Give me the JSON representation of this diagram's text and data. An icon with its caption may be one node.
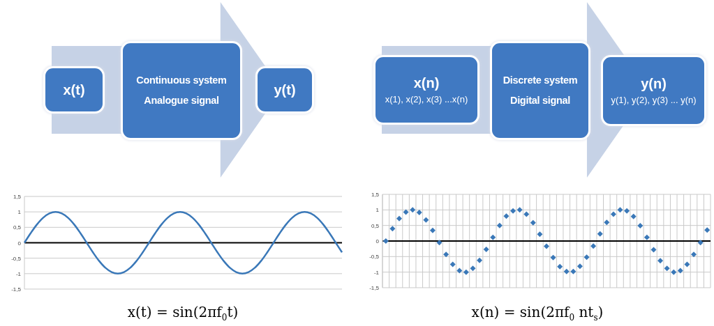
{
  "diagram": {
    "nodes": [
      {
        "text": [
          "x(t)"
        ]
      },
      {
        "text": [
          "Continuous system",
          "Analogue signal"
        ]
      },
      {
        "text": [
          "y(t)"
        ]
      },
      {
        "text": [
          "x(n)",
          "x(1), x(2), x(3) ...x(n)"
        ]
      },
      {
        "text": [
          "Discrete system",
          "Digital signal"
        ]
      },
      {
        "text": [
          "y(n)",
          "y(1), y(2), y(3) ... y(n)"
        ]
      }
    ],
    "edges": [
      {
        "from": 0,
        "to": 2,
        "arrow": "to",
        "style": "thick"
      },
      {
        "from": 3,
        "to": 5,
        "arrow": "to",
        "style": "thick"
      }
    ],
    "labels": [
      "x(t) = sin(2πf$_{0}$t)",
      "x(n) = sin(2πf$_{0}$ nt$_{s}$)"
    ],
    "chart_data": [
      {
        "type": "line",
        "grid": true,
        "ylim": [
          -1.5,
          1.5
        ],
        "yticks": [
          {
            "value": 1.5,
            "label": "1,5"
          },
          1,
          {
            "value": 0.5,
            "label": "0,5"
          },
          0,
          {
            "value": -0.5,
            "label": "-0,5"
          },
          -1,
          {
            "value": -1.5,
            "label": "-1,5"
          }
        ],
        "series": [
          {
            "color": "#3a78b8",
            "values": [
              0,
              0.31,
              0.59,
              0.81,
              0.95,
              1,
              0.95,
              0.81,
              0.59,
              0.31,
              0,
              -0.31,
              -0.59,
              -0.81,
              -0.95,
              -1,
              -0.95,
              -0.81,
              -0.59,
              -0.31,
              0,
              0.31,
              0.59,
              0.81,
              0.95,
              1,
              0.95,
              0.81,
              0.59,
              0.31,
              0,
              -0.31,
              -0.59,
              -0.81,
              -0.95,
              -1,
              -0.95,
              -0.81,
              -0.59,
              -0.31,
              0,
              0.31,
              0.59,
              0.81,
              0.95,
              1,
              0.95,
              0.81,
              0.59,
              0.31,
              0,
              -0.31
            ]
          }
        ]
      },
      {
        "type": "scatter",
        "grid": true,
        "ylim": [
          -1.5,
          1.5
        ],
        "yticks": [
          {
            "value": 1.5,
            "label": "1,5"
          },
          1,
          {
            "value": 0.5,
            "label": "0,5"
          },
          0,
          {
            "value": -0.5,
            "label": "-0,5"
          },
          -1,
          {
            "value": -1.5,
            "label": "-1,5"
          }
        ],
        "series": [
          {
            "color": "#3a78b8",
            "values": [
              0,
              0.4,
              0.72,
              0.93,
              1,
              0.92,
              0.68,
              0.34,
              -0.05,
              -0.43,
              -0.75,
              -0.95,
              -1,
              -0.88,
              -0.62,
              -0.27,
              0.12,
              0.5,
              0.8,
              0.97,
              1,
              0.86,
              0.59,
              0.22,
              -0.17,
              -0.53,
              -0.82,
              -0.98,
              -0.98,
              -0.81,
              -0.52,
              -0.16,
              0.23,
              0.6,
              0.86,
              1,
              0.97,
              0.79,
              0.49,
              0.12,
              -0.28,
              -0.63,
              -0.88,
              -1,
              -0.95,
              -0.75,
              -0.43,
              -0.05,
              0.35
            ]
          }
        ]
      }
    ]
  }
}
